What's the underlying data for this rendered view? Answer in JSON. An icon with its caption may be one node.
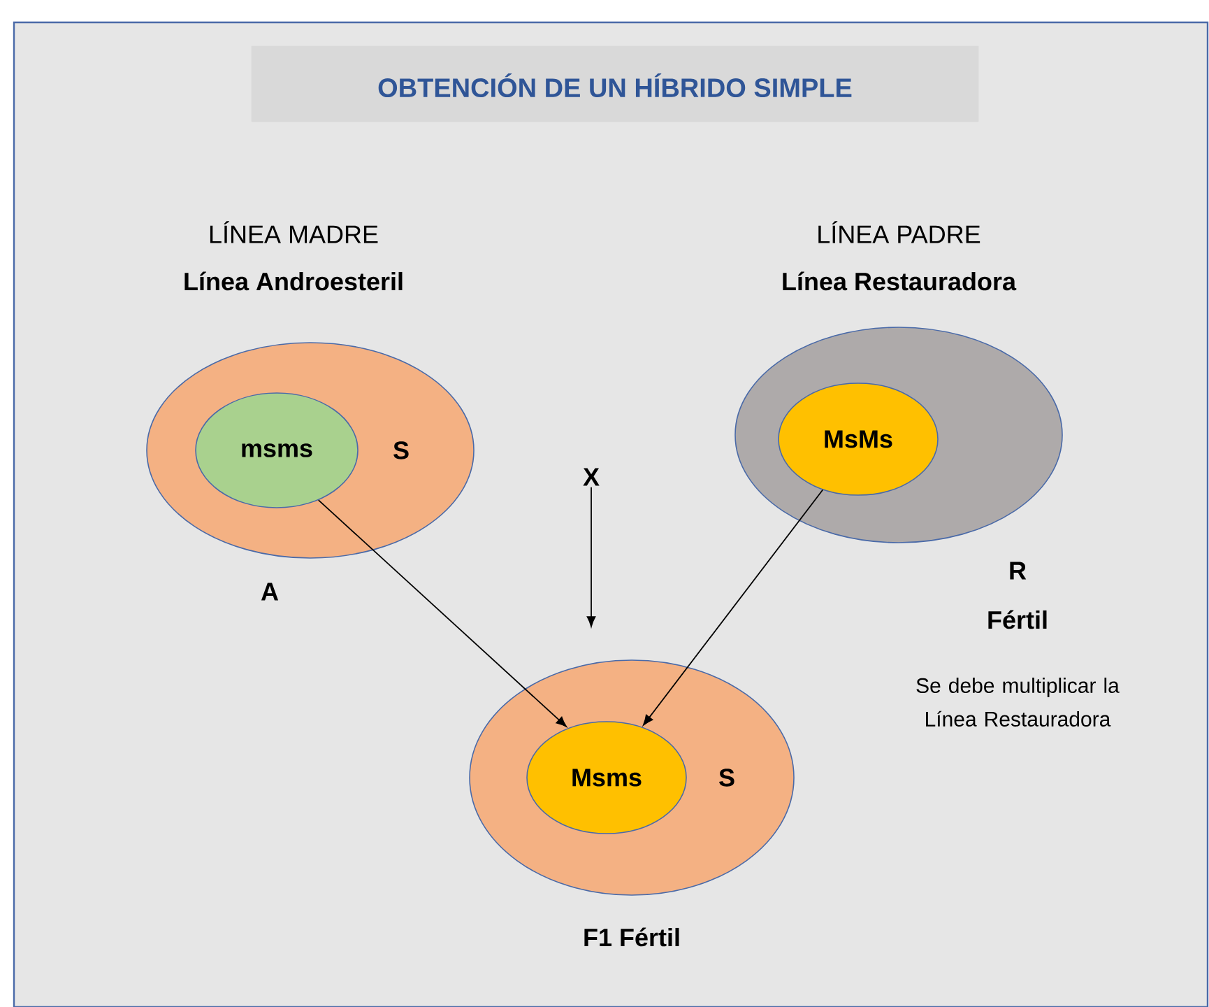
{
  "diagram": {
    "title": "OBTENCIÓN DE UN HÍBRIDO SIMPLE",
    "nodes": [
      {
        "text": [
          "S"
        ],
        "beside": [
          "LÍNEA MADRE",
          "Línea Androesteril",
          "A"
        ]
      },
      {
        "text": [
          "msms"
        ],
        "in": 0
      },
      {
        "text": [],
        "shape": "ellipse",
        "beside": [
          "LÍNEA PADRE",
          "Línea Restauradora",
          "R",
          "Fértil",
          "Se debe multiplicar la Línea Restauradora"
        ]
      },
      {
        "text": [
          "MsMs"
        ],
        "in": 2
      },
      {
        "text": [
          "S"
        ],
        "beside": [
          "F1 Fértil"
        ]
      },
      {
        "text": [
          "Msms"
        ],
        "in": 4
      },
      {
        "text": [
          "X"
        ]
      }
    ],
    "edges": [
      {
        "from": 1,
        "to": 5,
        "arrow": "to"
      },
      {
        "from": 3,
        "to": 5,
        "arrow": "to"
      },
      {
        "from": 6,
        "to": 4,
        "arrow": "to"
      }
    ]
  }
}
